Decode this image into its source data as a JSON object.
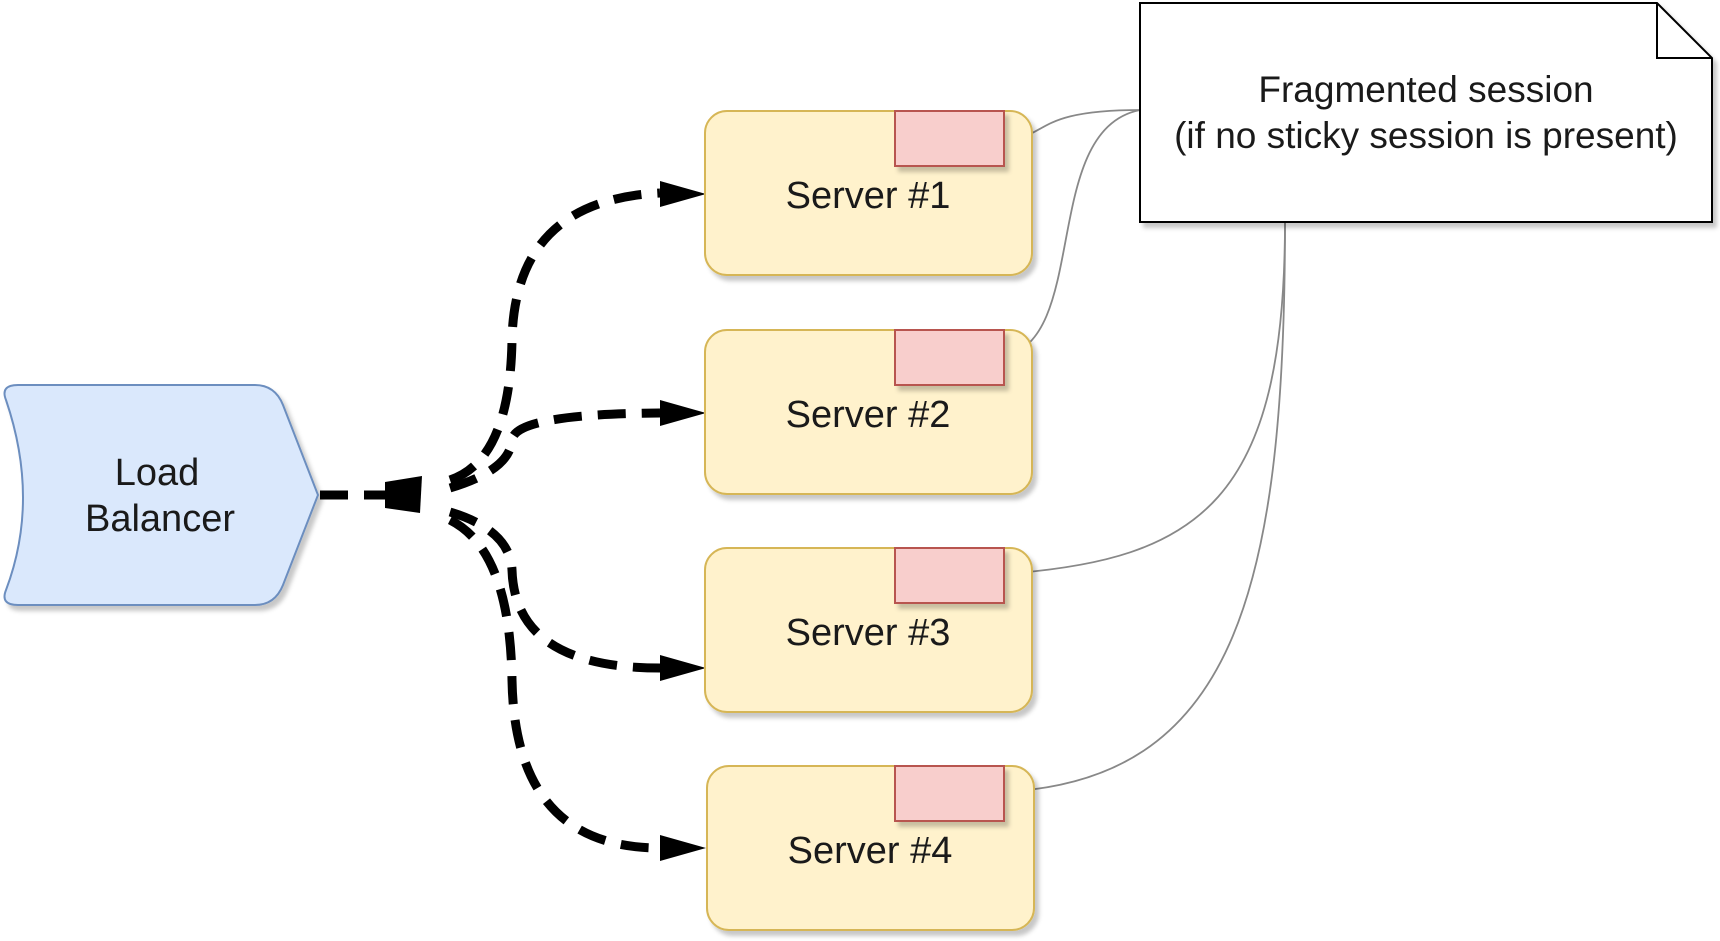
{
  "load_balancer": {
    "line1": "Load",
    "line2": "Balancer"
  },
  "servers": [
    {
      "label": "Server #1"
    },
    {
      "label": "Server #2"
    },
    {
      "label": "Server #3"
    },
    {
      "label": "Server #4"
    }
  ],
  "note": {
    "line1": "Fragmented session",
    "line2": "(if no sticky session is present)"
  },
  "colors": {
    "load_balancer_fill": "#dae8fc",
    "load_balancer_stroke": "#6c8ebf",
    "server_fill": "#fff2cc",
    "server_stroke": "#d6b656",
    "session_fill": "#f8cecc",
    "session_stroke": "#b85450",
    "arrow": "#000000",
    "connector": "#888888"
  }
}
